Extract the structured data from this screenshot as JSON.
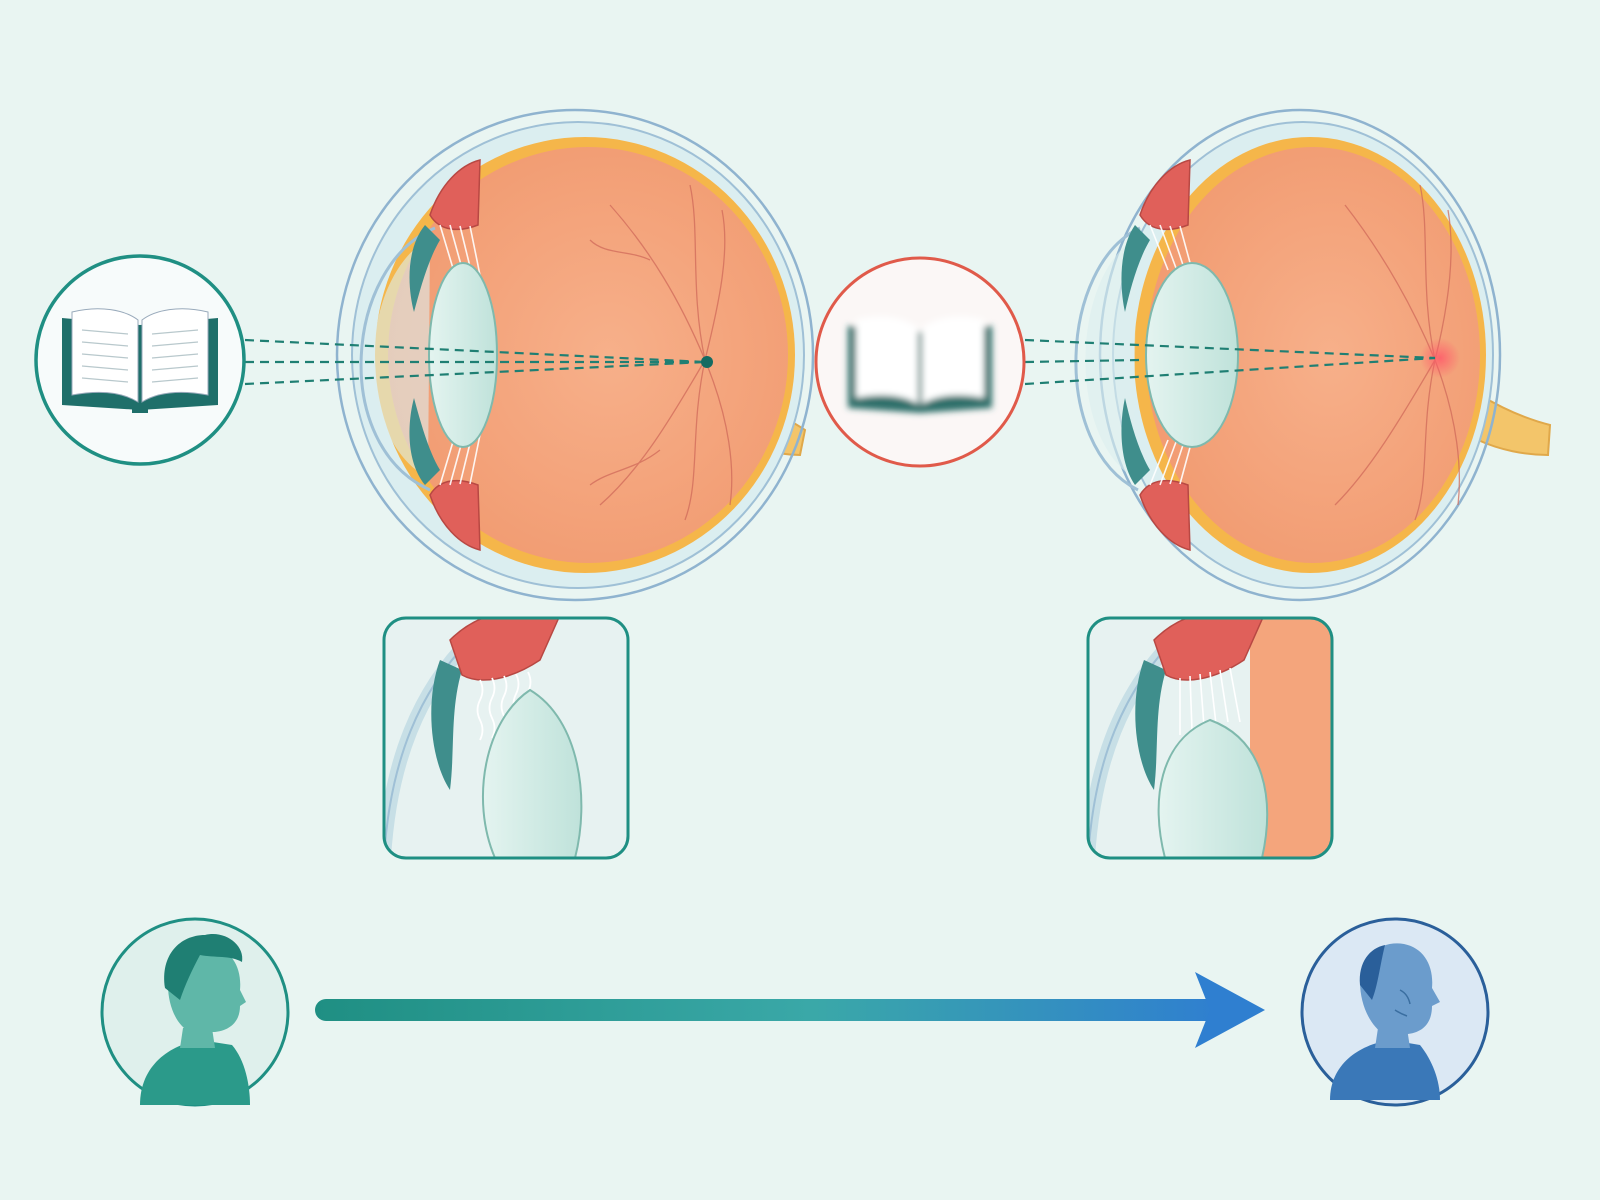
{
  "colors": {
    "background": "#e9f5f2",
    "teal": "#1f8f83",
    "teal_dark": "#146b62",
    "blue": "#2f7fd0",
    "blue_dark": "#2a5f9a",
    "alert_red": "#e05a4a",
    "retina_orange": "#f4a57c",
    "sclera_outline": "#7fa6c6",
    "lens_fill": "#cfe9e3",
    "ciliary_muscle": "#e0605a",
    "blood_vessel": "#d06a5a"
  },
  "panels": {
    "young_eye": {
      "state": "accommodation-working",
      "vision": "sharp",
      "focus": "point-on-retina"
    },
    "aging_eye": {
      "state": "accommodation-reduced",
      "vision": "blurred",
      "focus": "diffuse-behind-retina"
    }
  },
  "icons": {
    "near_object_clear": "open-book-icon",
    "near_object_blurred": "blurred-book-icon",
    "young_person": "young-person-profile-icon",
    "older_person": "older-person-profile-icon",
    "time_direction": "right-arrow-icon"
  },
  "timeline": {
    "direction": "left-to-right"
  }
}
